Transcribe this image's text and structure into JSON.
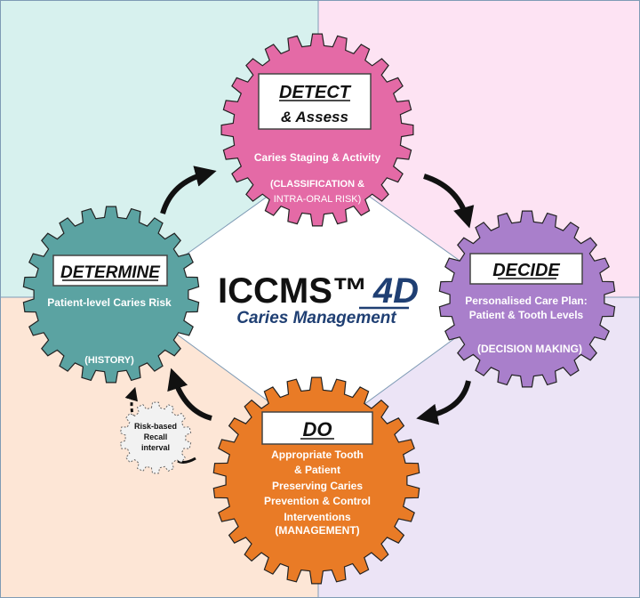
{
  "colors": {
    "quadrant_top_left": "#d7f1ee",
    "quadrant_top_right": "#fde3f3",
    "quadrant_bottom_left": "#fde6d6",
    "quadrant_bottom_right": "#ece4f6",
    "detect_gear": "#e46aa6",
    "decide_gear": "#a97fcb",
    "do_gear": "#e97b26",
    "determine_gear": "#5ba3a2",
    "center_title": "#111111",
    "center_accent": "#1f3f73"
  },
  "center": {
    "title": "ICCMS™",
    "title_accent": "4D",
    "subtitle": "Caries Management"
  },
  "detect": {
    "title": "DETECT",
    "title_sub": "& Assess",
    "line1": "Caries Staging & Activity",
    "line2": "(CLASSIFICATION &",
    "line3": "INTRA-ORAL RISK)"
  },
  "decide": {
    "title": "DECIDE",
    "line1": "Personalised Care Plan:",
    "line2": "Patient & Tooth Levels",
    "line3": "(DECISION MAKING)"
  },
  "do": {
    "title": "DO",
    "line1": "Appropriate Tooth",
    "line2": "& Patient",
    "line3": "Preserving Caries",
    "line4": "Prevention  & Control",
    "line5": "Interventions",
    "line6": "(MANAGEMENT)"
  },
  "determine": {
    "title": "DETERMINE",
    "line1": "Patient-level Caries Risk",
    "line2": "(HISTORY)"
  },
  "recall": {
    "line1": "Risk-based",
    "line2": "Recall",
    "line3": "interval"
  }
}
